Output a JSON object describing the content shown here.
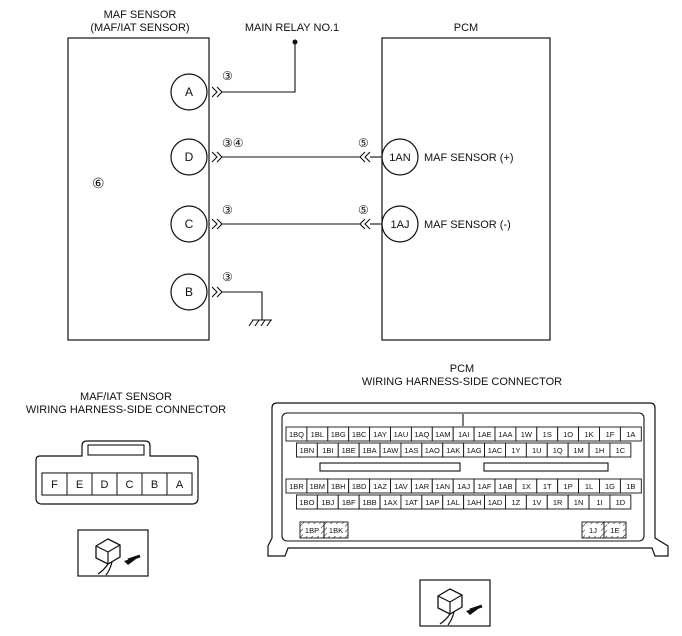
{
  "maf_box": {
    "title_line1": "MAF SENSOR",
    "title_line2": "(MAF/IAT SENSOR)",
    "note": "⑥"
  },
  "relay": {
    "label": "MAIN RELAY NO.1"
  },
  "pcm_box": {
    "title": "PCM"
  },
  "maf_pins": [
    {
      "id": "A",
      "note": "③"
    },
    {
      "id": "D",
      "note": "③④"
    },
    {
      "id": "C",
      "note": "③"
    },
    {
      "id": "B",
      "note": "③"
    }
  ],
  "pcm_pins": [
    {
      "id": "1AN",
      "note": "⑤",
      "label": "MAF SENSOR (+)"
    },
    {
      "id": "1AJ",
      "note": "⑤",
      "label": "MAF SENSOR (-)"
    }
  ],
  "maf_connector": {
    "caption_line1": "MAF/IAT SENSOR",
    "caption_line2": "WIRING HARNESS-SIDE CONNECTOR",
    "pins": [
      "F",
      "E",
      "D",
      "C",
      "B",
      "A"
    ]
  },
  "pcm_connector": {
    "caption_line1": "PCM",
    "caption_line2": "WIRING HARNESS-SIDE CONNECTOR",
    "rows": [
      [
        "1BQ",
        "1BL",
        "1BG",
        "1BC",
        "1AY",
        "1AU",
        "1AQ",
        "1AM",
        "1AI",
        "1AE",
        "1AA",
        "1W",
        "1S",
        "1O",
        "1K",
        "1F",
        "1A"
      ],
      [
        "1BN",
        "1BI",
        "1BE",
        "1BA",
        "1AW",
        "1AS",
        "1AO",
        "1AK",
        "1AG",
        "1AC",
        "1Y",
        "1U",
        "1Q",
        "1M",
        "1H",
        "1C"
      ],
      [
        "1BR",
        "1BM",
        "1BH",
        "1BD",
        "1AZ",
        "1AV",
        "1AR",
        "1AN",
        "1AJ",
        "1AF",
        "1AB",
        "1X",
        "1T",
        "1P",
        "1L",
        "1G",
        "1B"
      ],
      [
        "1BO",
        "1BJ",
        "1BF",
        "1BB",
        "1AX",
        "1AT",
        "1AP",
        "1AL",
        "1AH",
        "1AD",
        "1Z",
        "1V",
        "1R",
        "1N",
        "1I",
        "1D"
      ]
    ],
    "bottom_left": [
      "1BP",
      "1BK"
    ],
    "bottom_right": [
      "1J",
      "1E"
    ]
  }
}
